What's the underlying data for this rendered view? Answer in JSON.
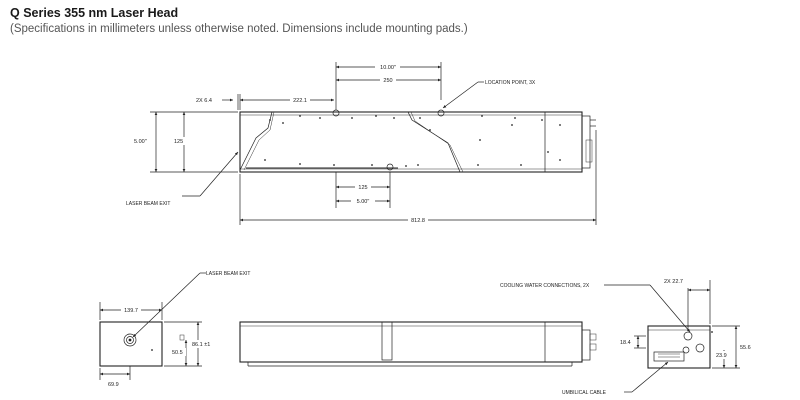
{
  "header": {
    "title": "Q Series 355 nm Laser Head",
    "subtitle": "(Specifications in millimeters unless otherwise noted. Dimensions include mounting pads.)"
  },
  "top_view": {
    "dim_10in": "10.00\"",
    "dim_250": "250",
    "location_point": "LOCATION POINT, 3X",
    "dim_2x64": "2X 6.4",
    "dim_2221": "222.1",
    "dim_5in": "5.00\"",
    "dim_125_left": "125",
    "dim_125_bottom": "125",
    "dim_5in_bottom": "5.00\"",
    "laser_beam_exit": "LASER BEAM EXIT",
    "dim_8128": "812.8"
  },
  "end_view": {
    "laser_beam_exit": "LASER BEAM EXIT",
    "dim_1397": "139.7",
    "dim_861": "86.1 ±1",
    "dim_505": "50.5",
    "dim_699": "69.9"
  },
  "right_view": {
    "cooling": "COOLING WATER CONNECTIONS, 2X",
    "dim_2x227": "2X 22.7",
    "dim_184": "18.4",
    "dim_556": "55.6",
    "dim_239": "23.9",
    "umbilical": "UMBILICAL CABLE"
  }
}
